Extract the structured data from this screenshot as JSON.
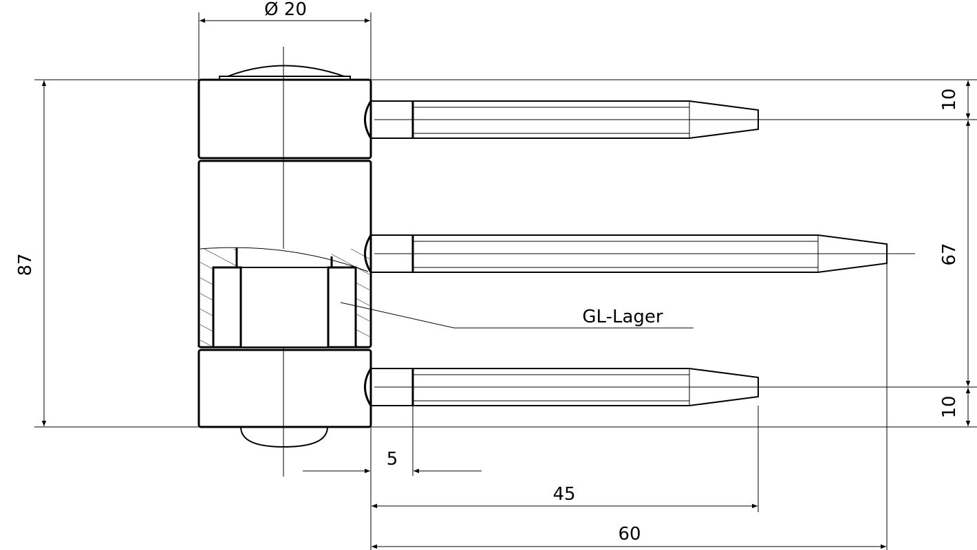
{
  "drawing": {
    "dimensions": {
      "diameter": "Ø 20",
      "total_height": "87",
      "top_offset": "10",
      "pin_spacing": "67",
      "bottom_offset": "10",
      "collar": "5",
      "short_pin": "45",
      "long_pin": "60"
    },
    "labels": {
      "bearing": "GL-Lager"
    },
    "colors": {
      "line": "#000000",
      "background": "#ffffff"
    }
  }
}
